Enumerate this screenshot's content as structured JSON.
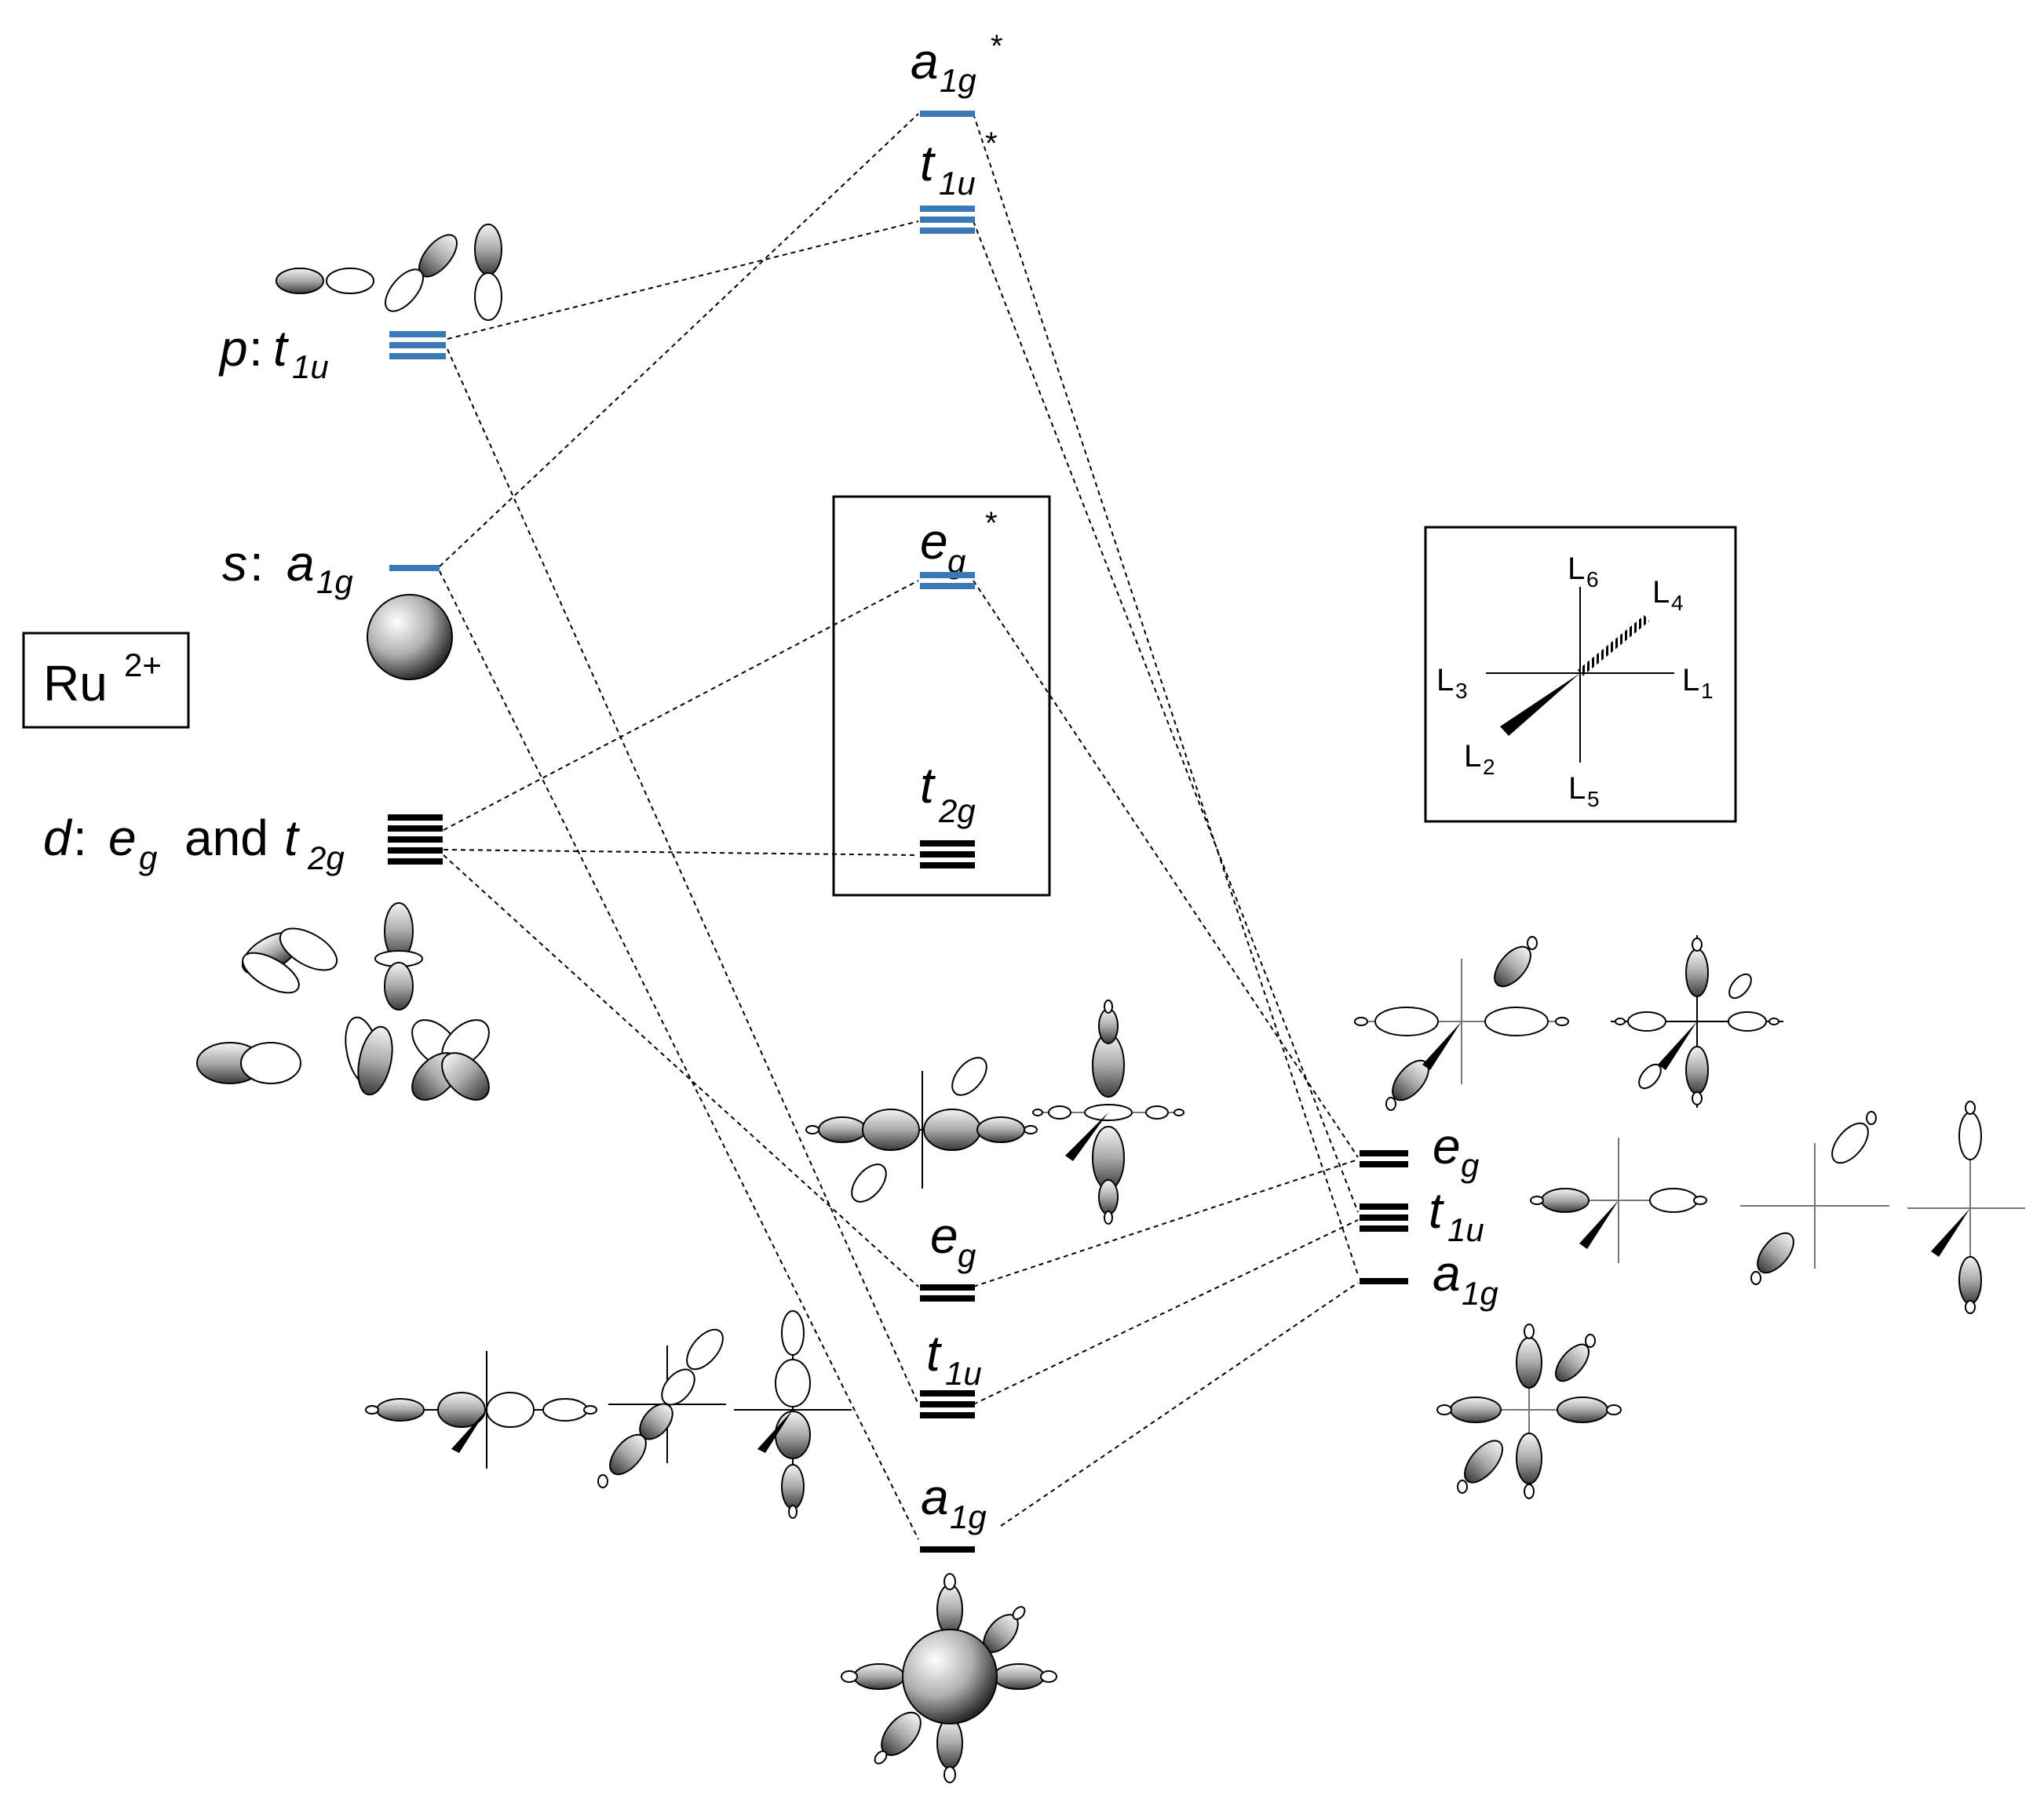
{
  "metal": {
    "ion": "Ru",
    "charge": "2+"
  },
  "metal_orbitals": {
    "p": {
      "prefix": "p",
      "sym": "t",
      "sub": "1u"
    },
    "s": {
      "prefix": "s",
      "sym": "a",
      "sub": "1g"
    },
    "d": {
      "prefix": "d",
      "sym1": "e",
      "sub1": "g",
      "conj": "and",
      "sym2": "t",
      "sub2": "2g"
    }
  },
  "mo_levels": {
    "a1g_star": {
      "sym": "a",
      "sub": "1g",
      "star": "*"
    },
    "t1u_star": {
      "sym": "t",
      "sub": "1u",
      "star": "*"
    },
    "eg_star": {
      "sym": "e",
      "sub": "g",
      "star": "*"
    },
    "t2g": {
      "sym": "t",
      "sub": "2g"
    },
    "eg": {
      "sym": "e",
      "sub": "g"
    },
    "t1u": {
      "sym": "t",
      "sub": "1u"
    },
    "a1g": {
      "sym": "a",
      "sub": "1g"
    }
  },
  "ligand_salcs": {
    "eg": {
      "sym": "e",
      "sub": "g"
    },
    "t1u": {
      "sym": "t",
      "sub": "1u"
    },
    "a1g": {
      "sym": "a",
      "sub": "1g"
    }
  },
  "ligand_geometry": {
    "labels": [
      {
        "letter": "L",
        "num": "6"
      },
      {
        "letter": "L",
        "num": "4"
      },
      {
        "letter": "L",
        "num": "3"
      },
      {
        "letter": "L",
        "num": "1"
      },
      {
        "letter": "L",
        "num": "2"
      },
      {
        "letter": "L",
        "num": "5"
      }
    ]
  },
  "colors": {
    "antibonding": "#3a78b8",
    "bonding": "#000000"
  }
}
